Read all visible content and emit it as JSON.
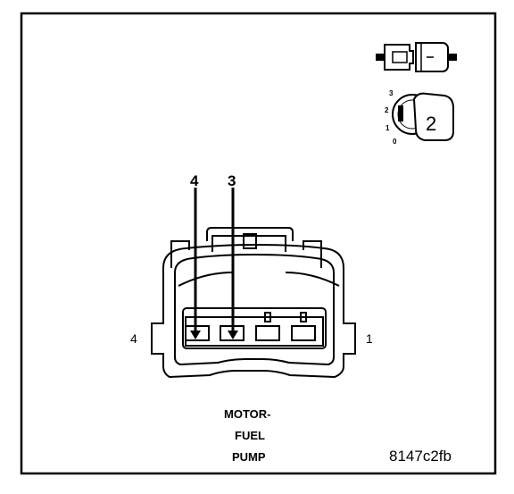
{
  "pin_labels": {
    "top_left": "4",
    "top_right": "3"
  },
  "side_labels": {
    "left": "4",
    "right": "1"
  },
  "connector_name": [
    "MOTOR-",
    "FUEL",
    "PUMP"
  ],
  "reference_code": "8147c2fb",
  "key_icon": {
    "positions": [
      "3",
      "2",
      "1",
      "0"
    ],
    "selected": "2"
  }
}
